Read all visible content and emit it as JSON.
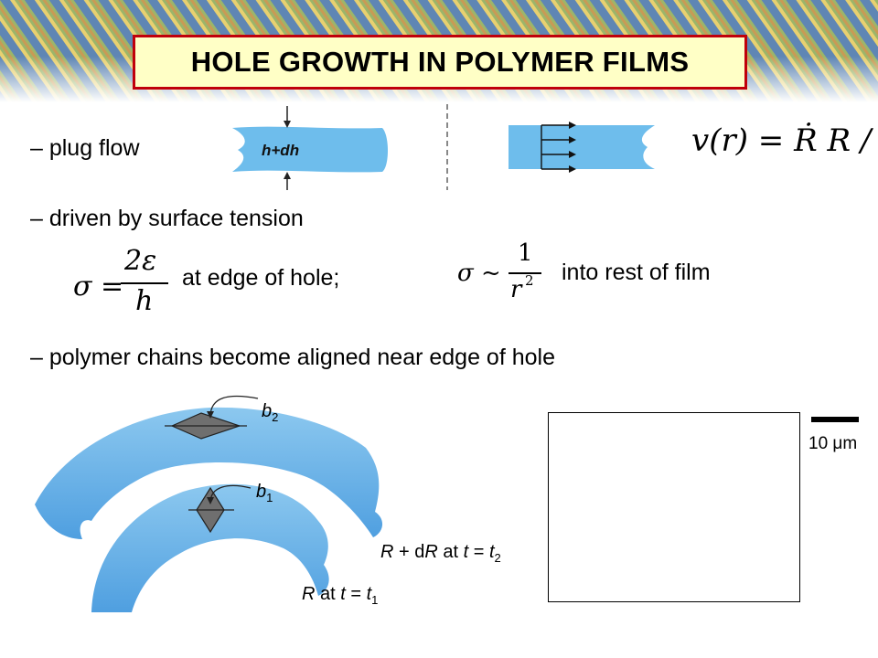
{
  "title": "HOLE GROWTH IN POLYMER FILMS",
  "bullets": {
    "plug_flow": "– plug flow",
    "surface_tension": "– driven by surface tension",
    "aligned": "– polymer chains become aligned near edge of hole"
  },
  "fig_h_label": "h+dh",
  "eq_velocity": "v(r) = Ṙ R / r",
  "eq_sigma_edge": {
    "lhs": "σ =",
    "numer": "2ε",
    "denom": "h",
    "caption": "at edge of hole;"
  },
  "eq_sigma_rest": {
    "lhs": "σ ~",
    "numer": "1",
    "denom": "r",
    "denom_exp": "2",
    "caption": "into rest of film"
  },
  "diagram": {
    "b2": "b",
    "b2_sub": "2",
    "b1": "b",
    "b1_sub": "1",
    "outer_label": {
      "R": "R",
      "plus": " + d",
      "R2": "R",
      "at": " at ",
      "t": "t",
      "eq": " = ",
      "t2": "t",
      "sub": "2"
    },
    "inner_label": {
      "R": "R",
      "at": " at ",
      "t": "t",
      "eq": " = ",
      "t1": "t",
      "sub": "1"
    }
  },
  "scale_bar": "10 μm",
  "colors": {
    "film_blue": "#6ebdec",
    "title_border": "#c0000b",
    "title_fill": "#ffffc6"
  }
}
